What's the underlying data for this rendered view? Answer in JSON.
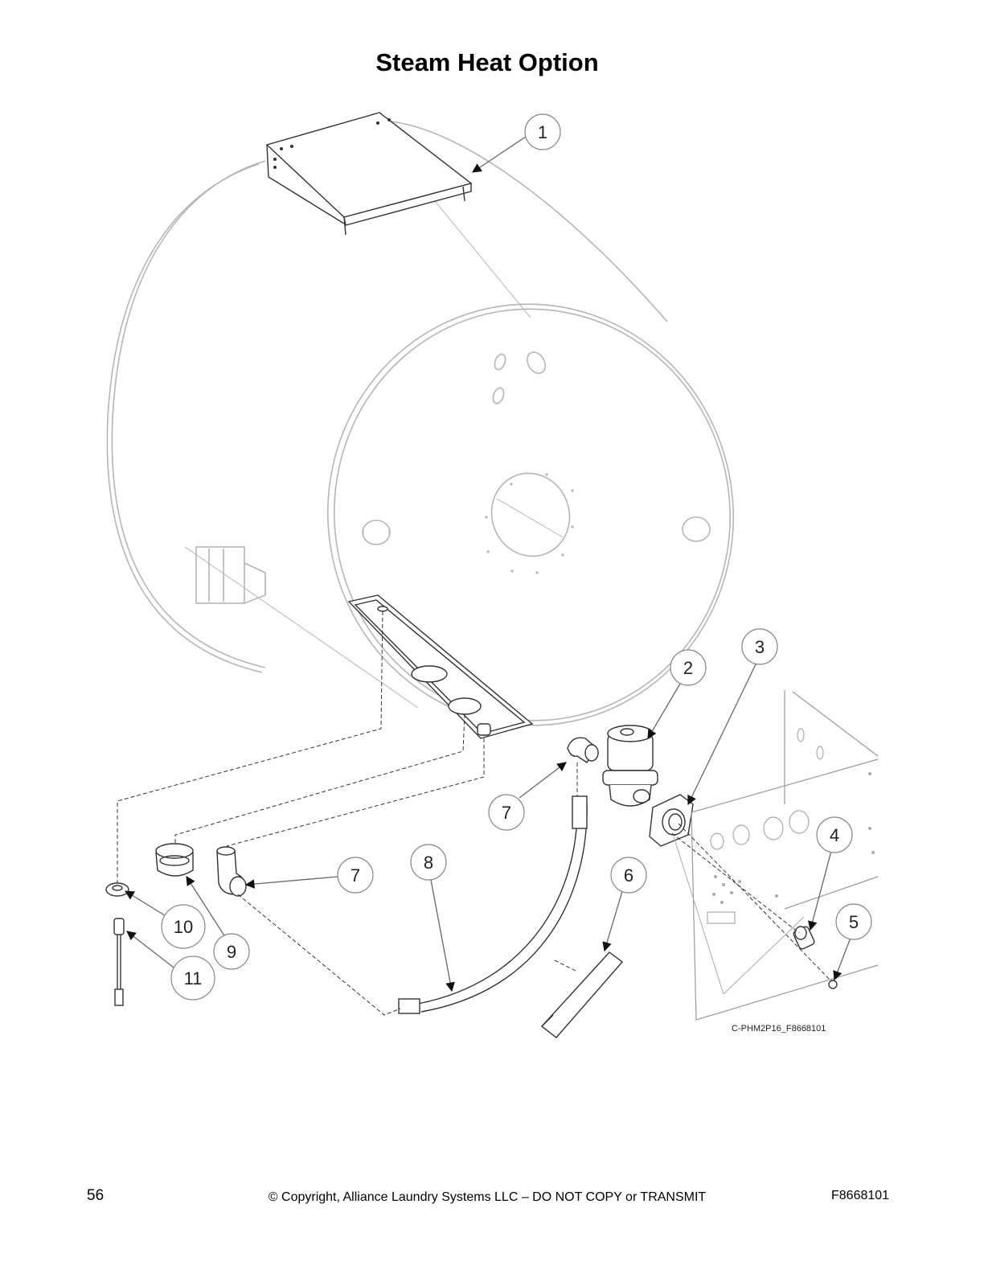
{
  "page": {
    "title": "Steam Heat Option",
    "drawing_code": "C-PHM2P16_F8668101",
    "page_number": "56",
    "copyright": "© Copyright, Alliance Laundry Systems LLC – DO NOT COPY or TRANSMIT",
    "doc_id": "F8668101"
  },
  "callouts": [
    {
      "label": "1"
    },
    {
      "label": "2"
    },
    {
      "label": "3"
    },
    {
      "label": "4"
    },
    {
      "label": "5"
    },
    {
      "label": "6"
    },
    {
      "label": "7"
    },
    {
      "label": "7"
    },
    {
      "label": "8"
    },
    {
      "label": "9"
    },
    {
      "label": "10"
    },
    {
      "label": "11"
    }
  ],
  "colors": {
    "line": "#333333",
    "light_line": "#bbbbbb",
    "callout_stroke": "#888888"
  }
}
